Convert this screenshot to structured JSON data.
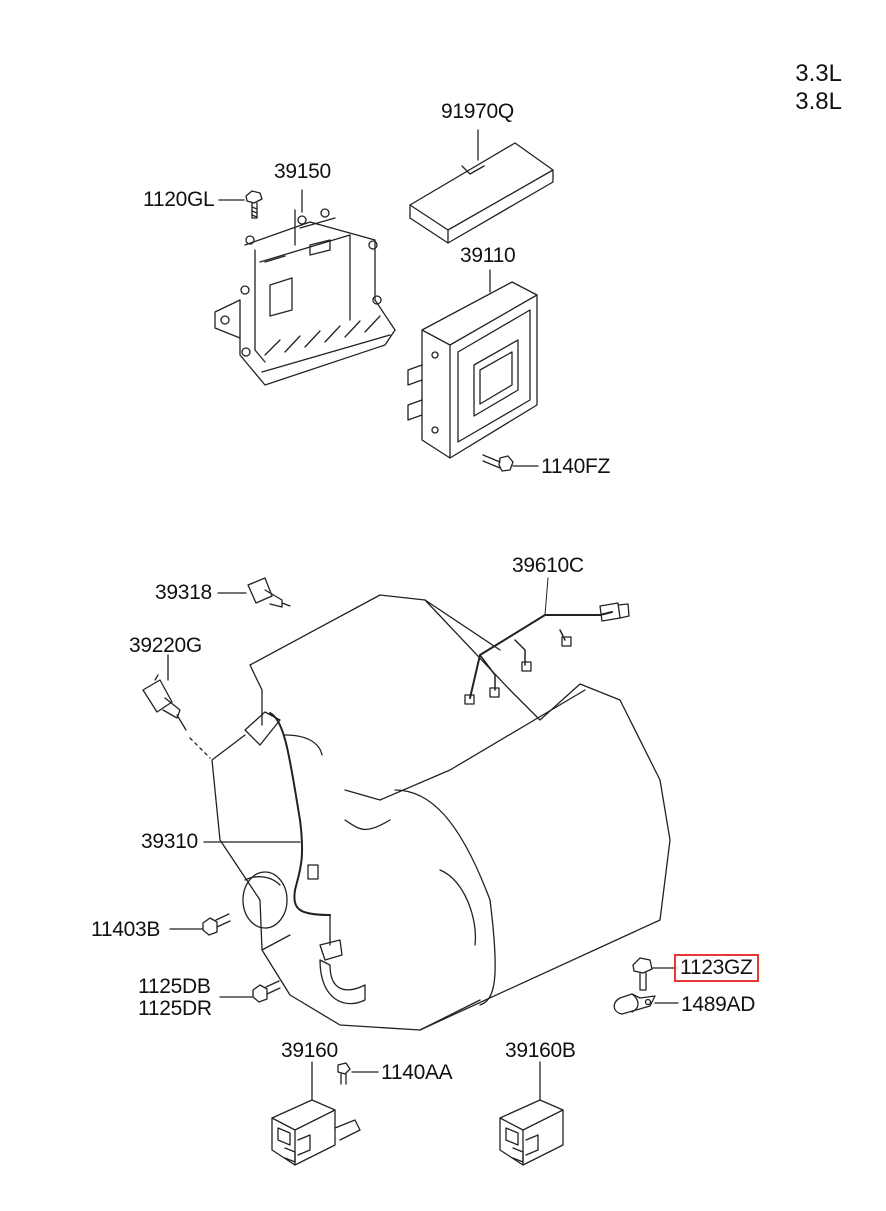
{
  "engine_variants": [
    "3.3L",
    "3.8L"
  ],
  "highlight_color": "#e53935",
  "labels": {
    "p91970Q": "91970Q",
    "p39150": "39150",
    "p1120GL": "1120GL",
    "p39110": "39110",
    "p1140FZ": "1140FZ",
    "p39610C": "39610C",
    "p39318": "39318",
    "p39220G": "39220G",
    "p39310": "39310",
    "p11403B": "11403B",
    "p1125DB": "1125DB",
    "p1125DR": "1125DR",
    "p1123GZ": "1123GZ",
    "p1489AD": "1489AD",
    "p39160": "39160",
    "p1140AA": "1140AA",
    "p39160B": "39160B"
  }
}
